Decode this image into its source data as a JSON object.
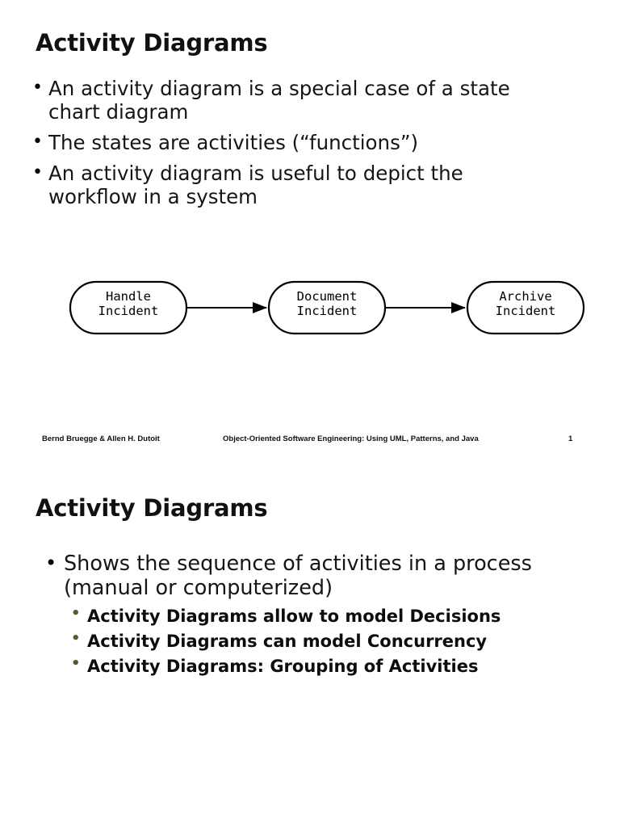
{
  "document": {
    "type": "lecture-slides",
    "background_color": "#ffffff",
    "text_color": "#000000",
    "sub_bullet_marker_color": "#4d5f23"
  },
  "slide1": {
    "title": "Activity Diagrams",
    "bullet_marker": "•",
    "bullets": [
      "An activity diagram is a special case of a state chart diagram",
      "The states are activities (“functions”)",
      "An activity diagram is useful to depict the workflow in a system"
    ],
    "diagram": {
      "type": "activity-flow",
      "nodes": [
        {
          "id": "handle",
          "line1": "Handle",
          "line2": "Incident"
        },
        {
          "id": "document",
          "line1": "Document",
          "line2": "Incident"
        },
        {
          "id": "archive",
          "line1": "Archive",
          "line2": "Incident"
        }
      ],
      "edges": [
        {
          "from": "handle",
          "to": "document"
        },
        {
          "from": "document",
          "to": "archive"
        }
      ],
      "stroke_color": "#000000",
      "fill_color": "#ffffff"
    },
    "footer": {
      "authors": "Bernd Bruegge & Allen H. Dutoit",
      "book": "Object-Oriented Software Engineering: Using UML, Patterns, and Java",
      "page": "1"
    }
  },
  "slide2": {
    "title": "Activity Diagrams",
    "bullet_marker": "•",
    "sub_bullet_marker": "•",
    "bullets": [
      "Shows the sequence of activities in a process (manual or computerized)"
    ],
    "sub_bullets": [
      "Activity Diagrams allow to model Decisions",
      "Activity Diagrams can model Concurrency",
      "Activity Diagrams: Grouping of Activities"
    ]
  }
}
